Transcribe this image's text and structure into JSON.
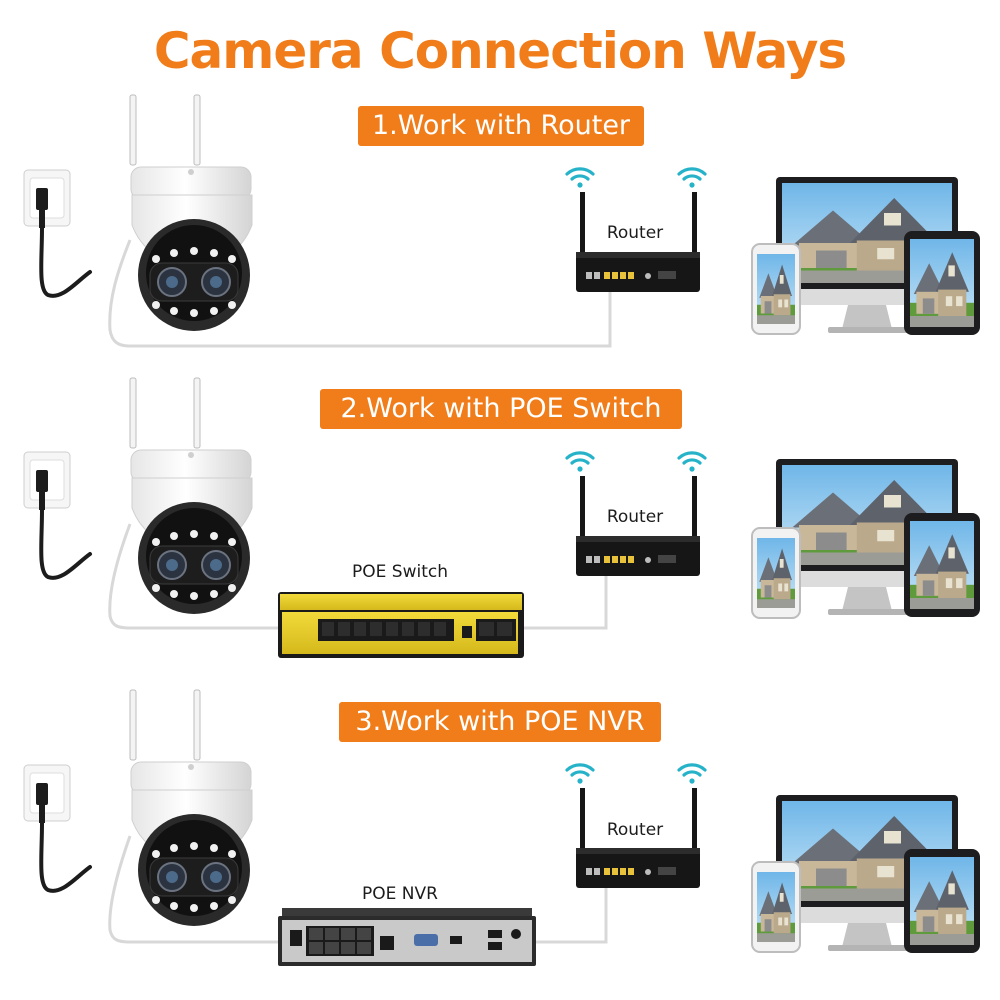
{
  "title": "Camera Connection Ways",
  "sections": [
    {
      "heading": "1.Work with Router",
      "router_label": "Router"
    },
    {
      "heading": "2.Work with POE Switch",
      "router_label": "Router",
      "device_label": "POE Switch"
    },
    {
      "heading": "3.Work with POE NVR",
      "router_label": "Router",
      "device_label": "POE NVR"
    }
  ],
  "colors": {
    "accent": "#f07d1a",
    "switch_yellow": "#e8cf2a",
    "cable": "#d8d8d8"
  }
}
